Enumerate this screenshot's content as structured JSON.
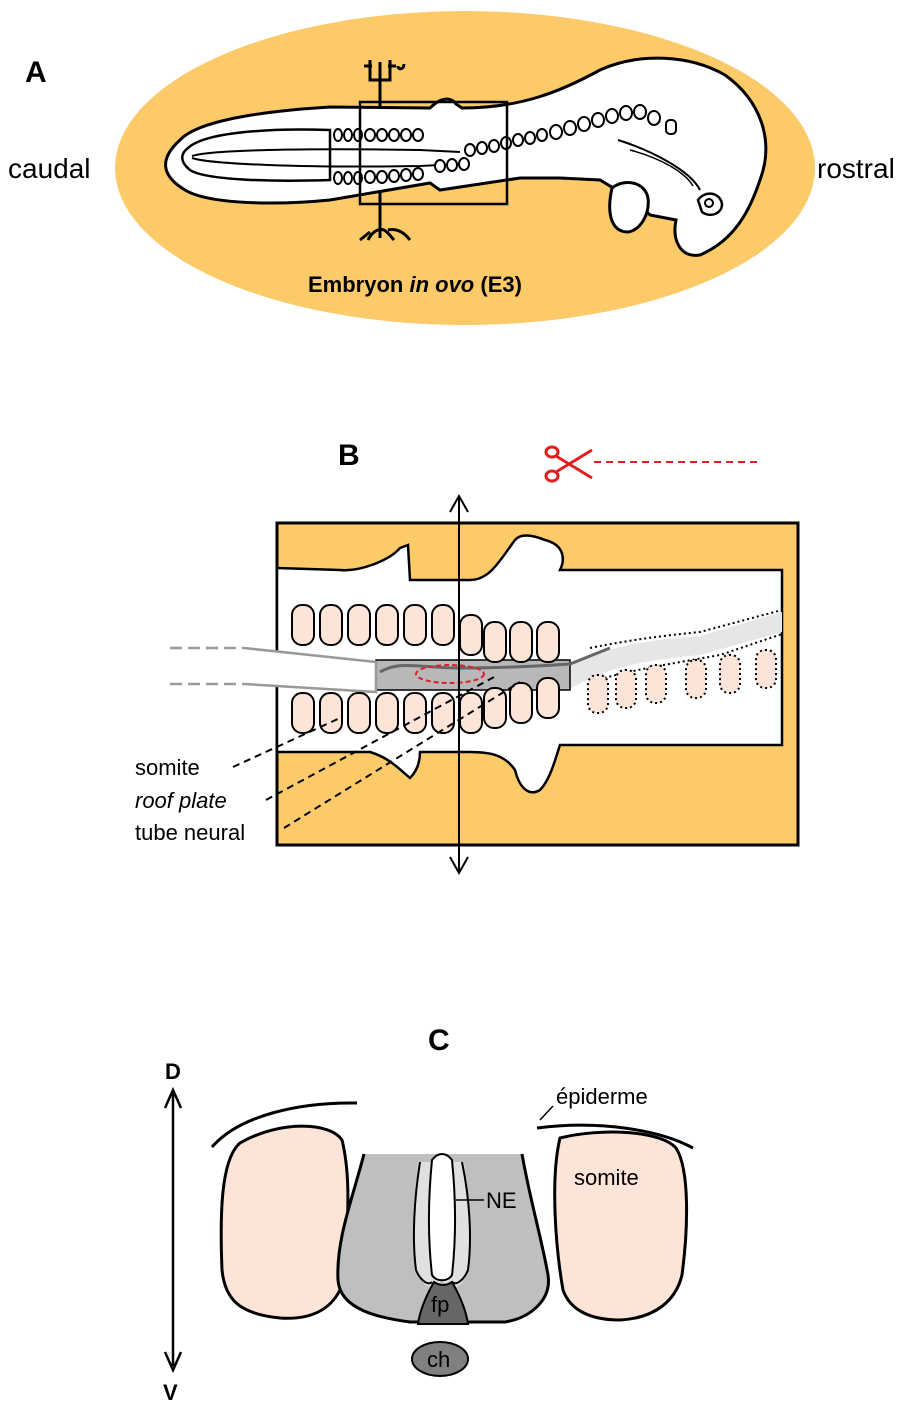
{
  "panel_a": {
    "letter": "A",
    "caudal": "caudal",
    "rostral": "rostral",
    "caption_prefix": "Embryon ",
    "caption_italic": "in ovo",
    "caption_suffix": " (E3)"
  },
  "panel_b": {
    "letter": "B",
    "labels": {
      "somite": "somite",
      "roof_plate": "roof plate",
      "tube_neural": "tube neural"
    }
  },
  "panel_c": {
    "letter": "C",
    "dorsal": "D",
    "ventral": "V",
    "labels": {
      "epiderme": "épiderme",
      "somite": "somite",
      "ne": "NE",
      "fp": "fp",
      "ch": "ch"
    }
  },
  "colors": {
    "egg": "#fdca6a",
    "somite": "#fde4d9",
    "neural_tube": "#bfbfbf",
    "notochord": "#808080",
    "floor_plate": "#666666",
    "cut_line": "#e02020"
  }
}
